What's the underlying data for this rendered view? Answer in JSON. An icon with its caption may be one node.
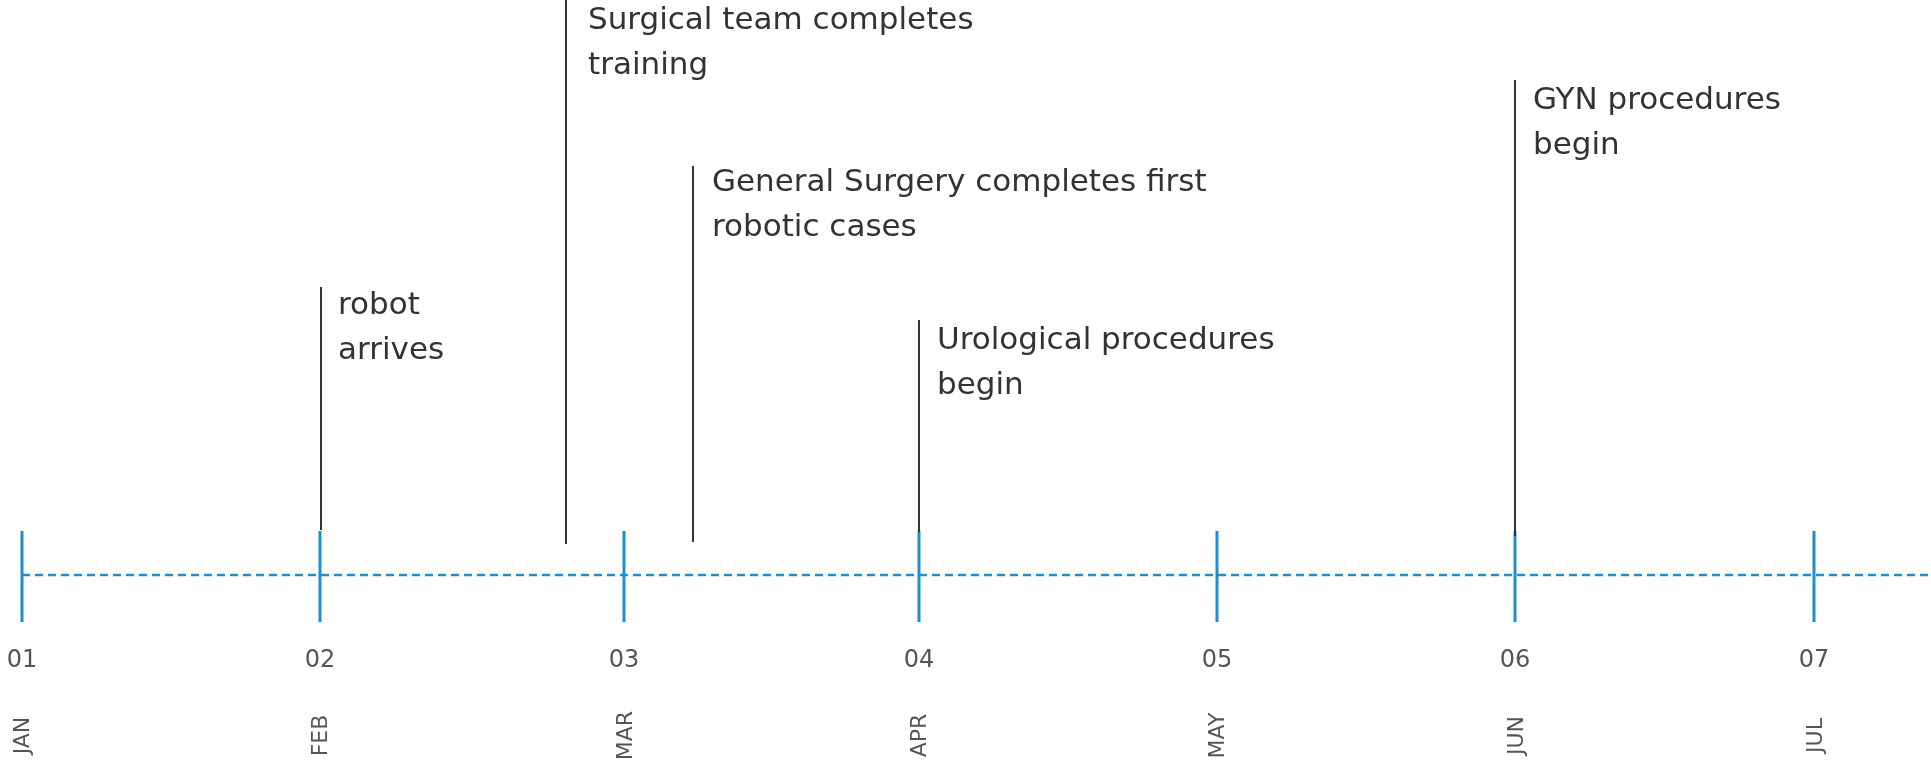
{
  "diagram": {
    "nodes": [
      {
        "text": [
          "robot arrives"
        ]
      },
      {
        "text": [
          "Surgical team completes training"
        ]
      },
      {
        "text": [
          "General Surgery completes first robotic cases"
        ]
      },
      {
        "text": [
          "Urological procedures begin"
        ]
      },
      {
        "text": [
          "GYN procedures begin"
        ]
      }
    ],
    "edges": [
      {
        "from": 0,
        "to": null,
        "arrow": "none"
      },
      {
        "from": 1,
        "to": null,
        "arrow": "none"
      },
      {
        "from": 2,
        "to": null,
        "arrow": "none"
      },
      {
        "from": 3,
        "to": null,
        "arrow": "none"
      },
      {
        "from": 4,
        "to": null,
        "arrow": "none"
      }
    ],
    "labels": [
      "01",
      "JAN",
      "02",
      "FEB",
      "03",
      "MAR",
      "04",
      "APR",
      "05",
      "MAY",
      "06",
      "JUN",
      "07",
      "JUL"
    ]
  }
}
